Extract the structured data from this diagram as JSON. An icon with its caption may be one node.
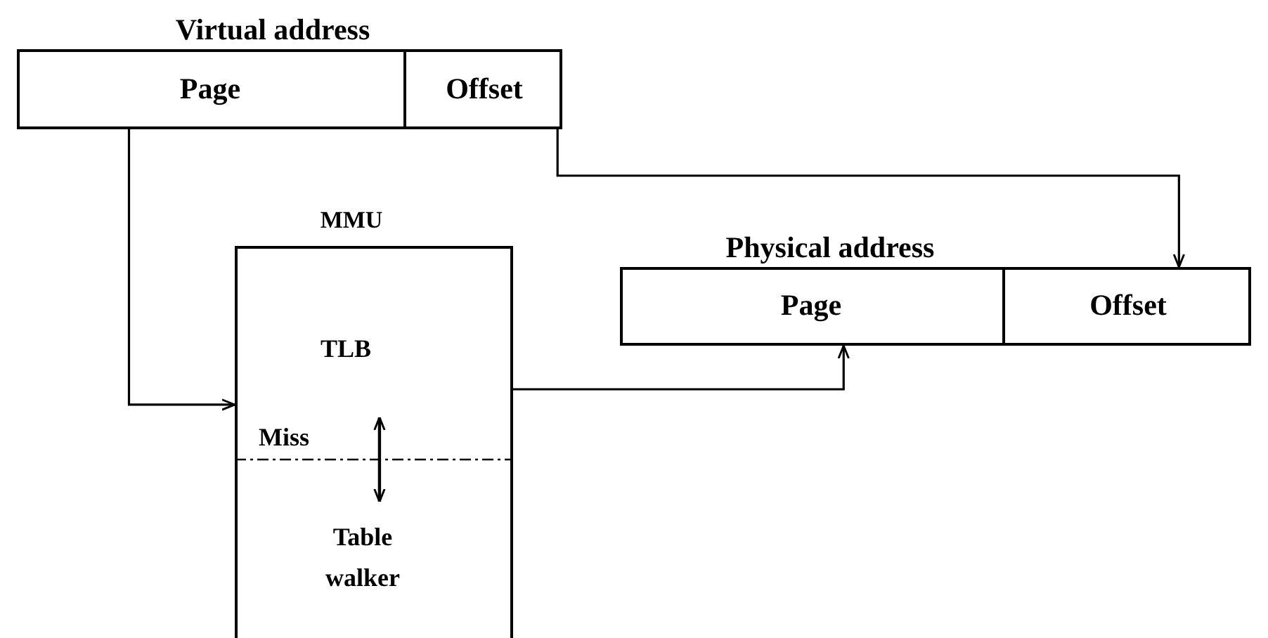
{
  "diagram": {
    "nodes": [
      {
        "text": [
          "Virtual address"
        ]
      },
      {
        "text": [
          "Page"
        ],
        "in": 0
      },
      {
        "text": [
          "Offset"
        ],
        "in": 0
      },
      {
        "text": [
          "MMU"
        ]
      },
      {
        "text": [
          "TLB"
        ],
        "in": 3
      },
      {
        "text": [
          "Table walker"
        ],
        "in": 3
      },
      {
        "text": [
          "Physical address"
        ]
      },
      {
        "text": [
          "Page"
        ],
        "in": 6
      },
      {
        "text": [
          "Offset"
        ],
        "in": 6
      }
    ],
    "edges": [
      {
        "from": 1,
        "to": 4,
        "arrow": "to"
      },
      {
        "from": 2,
        "to": 8,
        "arrow": "to"
      },
      {
        "from": 3,
        "to": 7,
        "arrow": "to"
      },
      {
        "from": 4,
        "to": 5,
        "arrow": "both",
        "label": "Miss"
      }
    ]
  }
}
